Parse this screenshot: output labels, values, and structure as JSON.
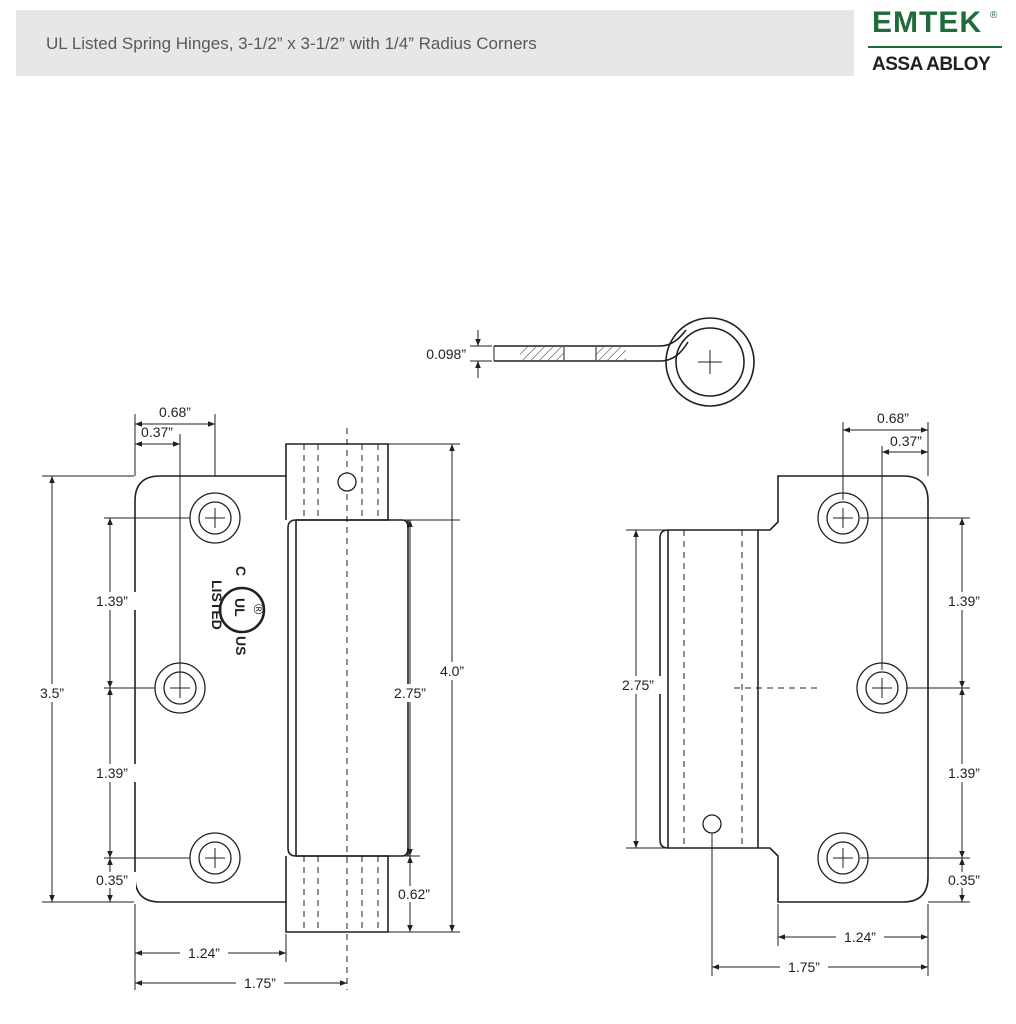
{
  "header": {
    "title": "UL Listed Spring Hinges, 3-1/2” x 3-1/2” with 1/4” Radius Corners"
  },
  "logo": {
    "brand": "EMTEK",
    "registered_mark": "®",
    "parent": "ASSA ABLOY"
  },
  "ul_mark": {
    "listed": "LISTED",
    "c": "C",
    "ul": "UL",
    "us": "US",
    "r": "®"
  },
  "dimensions": {
    "thickness": "0.098”",
    "left": {
      "d068": "0.68”",
      "d037": "0.37”",
      "d35": "3.5”",
      "d139_top": "1.39”",
      "d139_bottom": "1.39”",
      "d035": "0.35”",
      "d275": "2.75”",
      "d40": "4.0”",
      "d062": "0.62”",
      "d124": "1.24”",
      "d175": "1.75”"
    },
    "right": {
      "d068": "0.68”",
      "d037": "0.37”",
      "d275": "2.75”",
      "d139_top": "1.39”",
      "d139_bottom": "1.39”",
      "d035": "0.35”",
      "d124": "1.24”",
      "d175": "1.75”"
    }
  },
  "colors": {
    "header_bg": "#e6e7e8",
    "brand_green": "#1f6b3c",
    "line": "#231f20"
  }
}
